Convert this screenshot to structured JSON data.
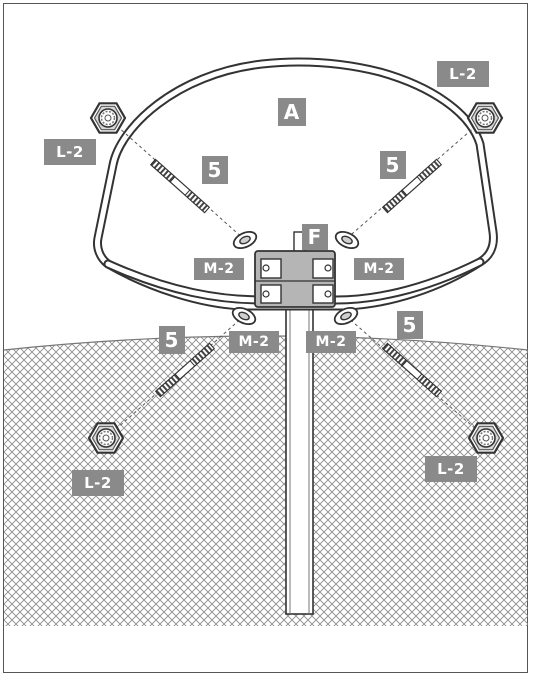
{
  "labels": {
    "backboard": "A",
    "bracket": "F",
    "bolt": "5",
    "washer": "M-2",
    "nut": "L-2"
  },
  "colors": {
    "stroke": "#444444",
    "tag_bg": "#8a8a8a",
    "tag_text": "#ffffff",
    "net": "#888888",
    "hub": "#b5b5b5"
  },
  "icons": [
    "hex-nut-icon",
    "threaded-bolt-icon",
    "washer-icon"
  ]
}
